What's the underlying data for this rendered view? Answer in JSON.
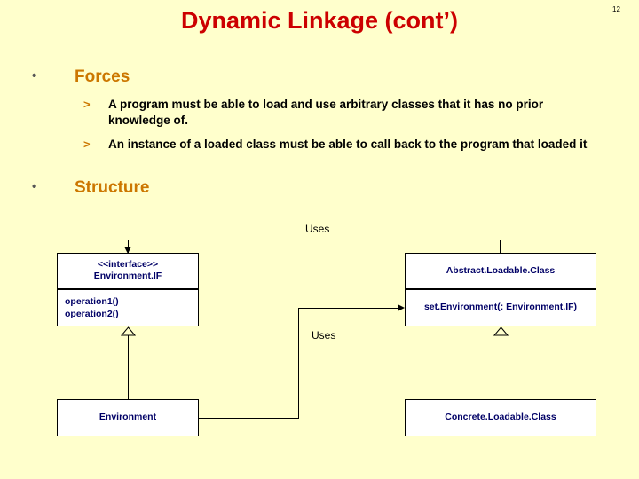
{
  "slide": {
    "number": "12",
    "title": "Dynamic Linkage (cont’)",
    "bullets": [
      {
        "marker": "•",
        "label": "Forces",
        "sub_marker": ">",
        "sub_items": [
          "A program must be able to load and use arbitrary classes that it has no prior knowledge of.",
          "An instance of a loaded class must be able to call back to the program that loaded it"
        ]
      },
      {
        "marker": "•",
        "label": "Structure",
        "sub_items": []
      }
    ]
  },
  "diagram": {
    "type": "uml-class-diagram",
    "labels": {
      "uses_top": "Uses",
      "uses_middle": "Uses"
    },
    "boxes": [
      {
        "id": "environment-if",
        "stereotype": "<<interface>>",
        "name": "Environment.IF",
        "operations": [
          "operation1()",
          "operation2()"
        ]
      },
      {
        "id": "abstract-loadable-class",
        "name": "Abstract.Loadable.Class",
        "operations": [
          "set.Environment(: Environment.IF)"
        ]
      },
      {
        "id": "environment",
        "name": "Environment",
        "operations": []
      },
      {
        "id": "concrete-loadable-class",
        "name": "Concrete.Loadable.Class",
        "operations": []
      }
    ],
    "colors": {
      "background": "#ffffcc",
      "title": "#cc0000",
      "bullet": "#cc7700",
      "box_text": "#000066",
      "box_fill": "#ffffff",
      "line": "#000000"
    }
  }
}
